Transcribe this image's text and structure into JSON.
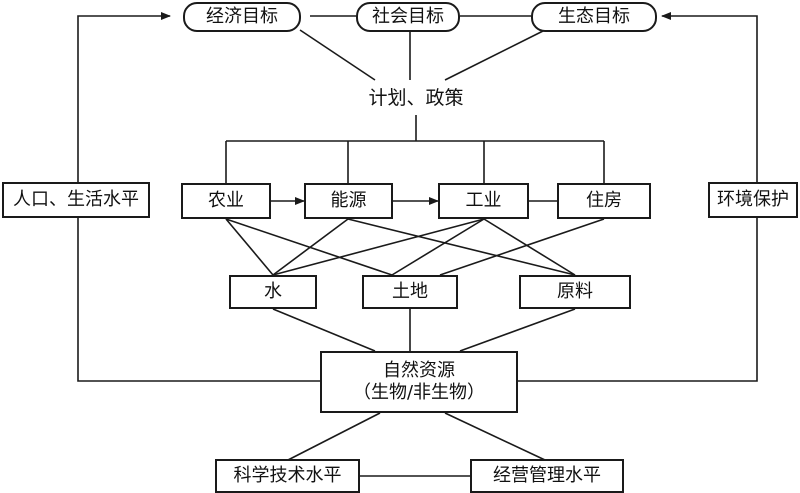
{
  "colors": {
    "line": "#1a1a1a",
    "background": "#ffffff"
  },
  "goals": {
    "economic": "经济目标",
    "social": "社会目标",
    "ecological": "生态目标"
  },
  "plan": "计划、政策",
  "sectors": {
    "agriculture": "农业",
    "energy": "能源",
    "industry": "工业",
    "housing": "住房"
  },
  "resources": {
    "water": "水",
    "land": "土地",
    "raw_materials": "原料"
  },
  "natural_resources": {
    "line1": "自然资源",
    "line2": "（生物/非生物）"
  },
  "side": {
    "population": "人口、生活水平",
    "environment": "环境保护"
  },
  "bottom": {
    "science": "科学技术水平",
    "management": "经营管理水平"
  }
}
